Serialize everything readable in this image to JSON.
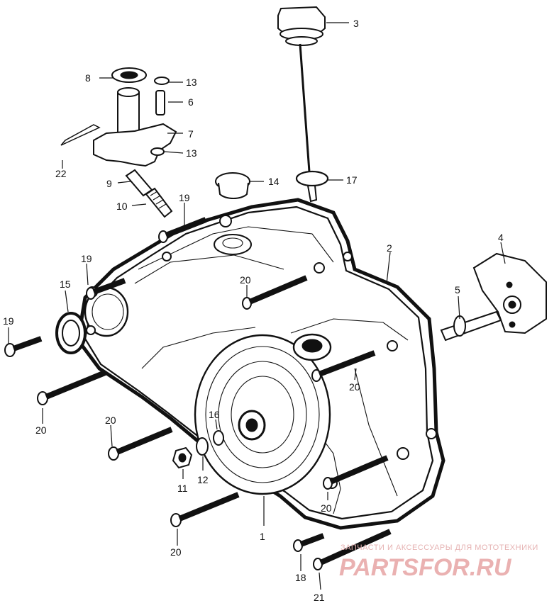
{
  "labels": {
    "n1": "1",
    "n2": "2",
    "n3": "3",
    "n4": "4",
    "n5": "5",
    "n6": "6",
    "n7": "7",
    "n8": "8",
    "n9": "9",
    "n10": "10",
    "n11": "11",
    "n12": "12",
    "n13a": "13",
    "n13b": "13",
    "n14": "14",
    "n15": "15",
    "n16": "16",
    "n17": "17",
    "n18": "18",
    "n19a": "19",
    "n19b": "19",
    "n19c": "19",
    "n20a": "20",
    "n20b": "20",
    "n20c": "20",
    "n20d": "20",
    "n20e": "20",
    "n20f": "20",
    "n21": "21",
    "n22": "22"
  },
  "watermark": {
    "tagline": "ЗАПЧАСТИ И АКСЕССУАРЫ ДЛЯ МОТОТЕХНИКИ",
    "brand": "PARTSFOR.RU"
  }
}
